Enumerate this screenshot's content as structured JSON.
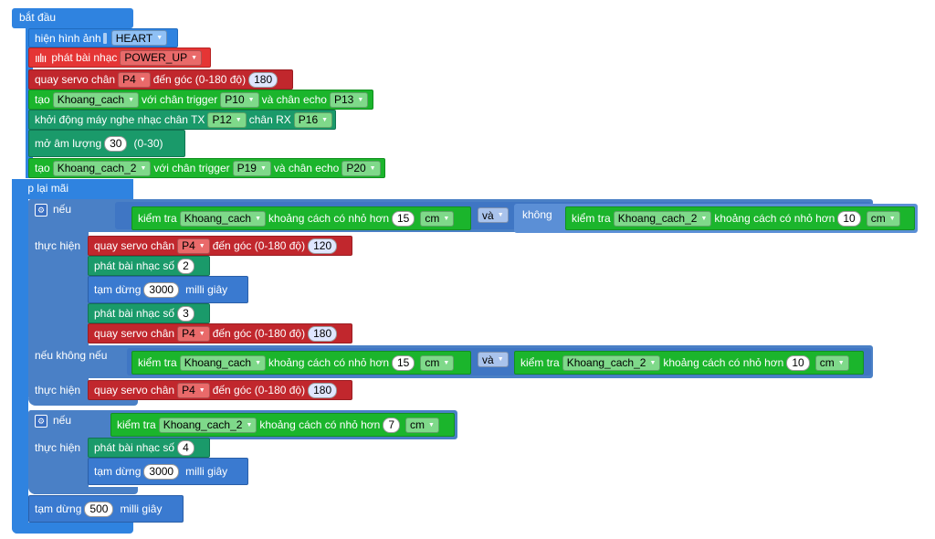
{
  "start_label": "bắt đầu",
  "forever_label": "lặp lại mãi",
  "setup": {
    "show_image": "hiện hình ảnh",
    "image_value": "HEART",
    "play_music": "phát bài nhạc",
    "music_value": "POWER_UP",
    "servo_rotate": "quay servo chân",
    "servo_pin": "P4",
    "to_angle": "đến góc (0-180 độ)",
    "angle_180": "180",
    "create": "tạo",
    "sensor1": "Khoang_cach",
    "sensor2": "Khoang_cach_2",
    "with_trigger": "với chân trigger",
    "and_echo": "và chân echo",
    "trig1": "P10",
    "echo1": "P13",
    "trig2": "P19",
    "echo2": "P20",
    "mp3_init": "khởi động máy nghe nhạc chân TX",
    "tx": "P12",
    "rx_label": "chân RX",
    "rx": "P16",
    "volume": "mở âm lượng",
    "volume_val": "30",
    "volume_range": "(0-30)"
  },
  "loop": {
    "if": "nếu",
    "elif": "nếu không nếu",
    "do": "thực hiện",
    "check": "kiểm tra",
    "dist_less": "khoảng cách có nhỏ hơn",
    "and": "và",
    "not": "không",
    "cm": "cm",
    "v15": "15",
    "v10": "10",
    "v7": "7",
    "v120": "120",
    "v180": "180",
    "play_track": "phát bài nhạc số",
    "t2": "2",
    "t3": "3",
    "t4": "4",
    "pause": "tạm dừng",
    "ms": "milli giây",
    "p3000": "3000",
    "p500": "500"
  }
}
